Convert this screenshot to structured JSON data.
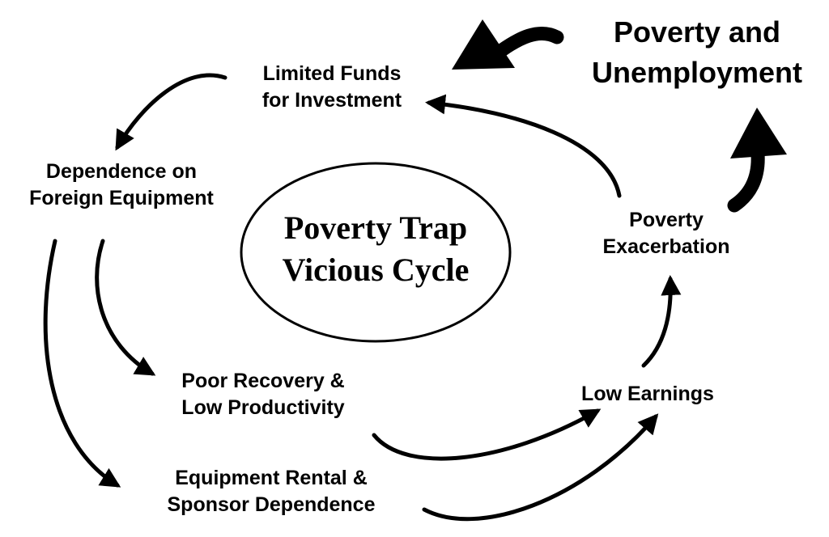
{
  "center": {
    "line1": "Poverty Trap",
    "line2": "Vicious Cycle"
  },
  "headline": {
    "line1": "Poverty and",
    "line2": "Unemployment"
  },
  "nodes": {
    "limited_funds": {
      "line1": "Limited Funds",
      "line2": "for Investment"
    },
    "dependence": {
      "line1": "Dependence on",
      "line2": "Foreign Equipment"
    },
    "poor_recovery": {
      "line1": "Poor Recovery &",
      "line2": "Low Productivity"
    },
    "equipment_rental": {
      "line1": "Equipment Rental &",
      "line2": "Sponsor Dependence"
    },
    "low_earnings": {
      "line1": "Low Earnings"
    },
    "poverty_exacerbation": {
      "line1": "Poverty",
      "line2": "Exacerbation"
    }
  },
  "colors": {
    "ink": "#000000",
    "background": "#ffffff"
  }
}
